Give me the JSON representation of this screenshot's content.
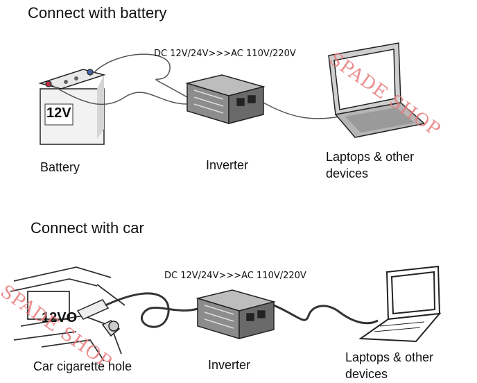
{
  "sections": [
    {
      "title": "Connect with battery",
      "conversion": "DC 12V/24V>>>AC 110V/220V",
      "source_label": "Battery",
      "source_badge": "12V",
      "inverter_label": "Inverter",
      "device_label_line1": "Laptops & other",
      "device_label_line2": "devices"
    },
    {
      "title": "Connect with car",
      "conversion": "DC 12V/24V>>>AC 110V/220V",
      "source_label": "Car cigarette hole",
      "source_badge": "12VO",
      "inverter_label": "Inverter",
      "device_label_line1": "Laptops & other",
      "device_label_line2": "devices"
    }
  ],
  "watermarks": [
    "SPADE SHOP",
    "SPADE SHOP"
  ],
  "colors": {
    "watermark": "#e87a7a",
    "line": "#333333"
  }
}
